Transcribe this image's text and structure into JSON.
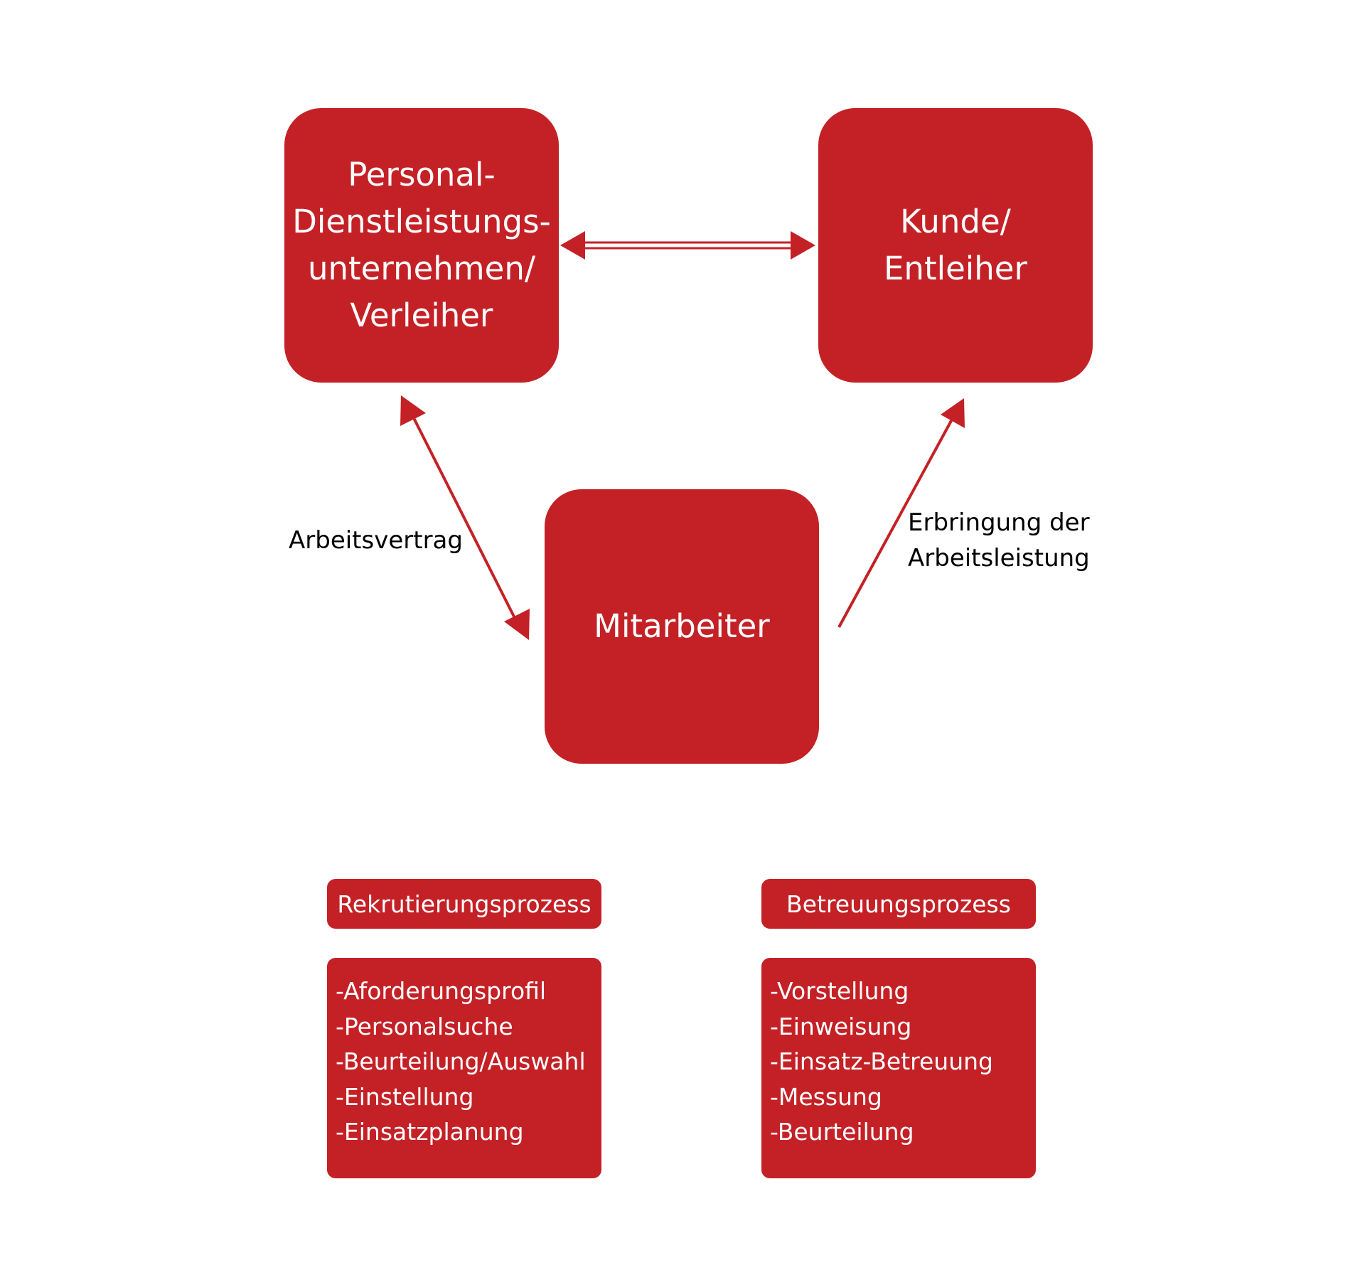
{
  "colors": {
    "node_fill": "#c42126",
    "node_text": "#ffffff",
    "label_text": "#000000"
  },
  "nodes": {
    "verleiher": "Personal-\nDienstleistungs-\nunternehmen/\nVerleiher",
    "kunde": "Kunde/\nEntleiher",
    "mitarbeiter": "Mitarbeiter"
  },
  "edges": {
    "verleiher_kunde": "",
    "verleiher_mitarbeiter": "Arbeitsvertrag",
    "mitarbeiter_kunde": "Erbringung der\nArbeitsleistung"
  },
  "processes": {
    "left": {
      "title": "Rekrutierungsprozess",
      "items": [
        "-Aforderungsprofil",
        "-Personalsuche",
        "-Beurteilung/Auswahl",
        "-Einstellung",
        "-Einsatzplanung"
      ]
    },
    "right": {
      "title": "Betreuungsprozess",
      "items": [
        "-Vorstellung",
        "-Einweisung",
        "-Einsatz-Betreuung",
        "-Messung",
        "-Beurteilung"
      ]
    }
  }
}
